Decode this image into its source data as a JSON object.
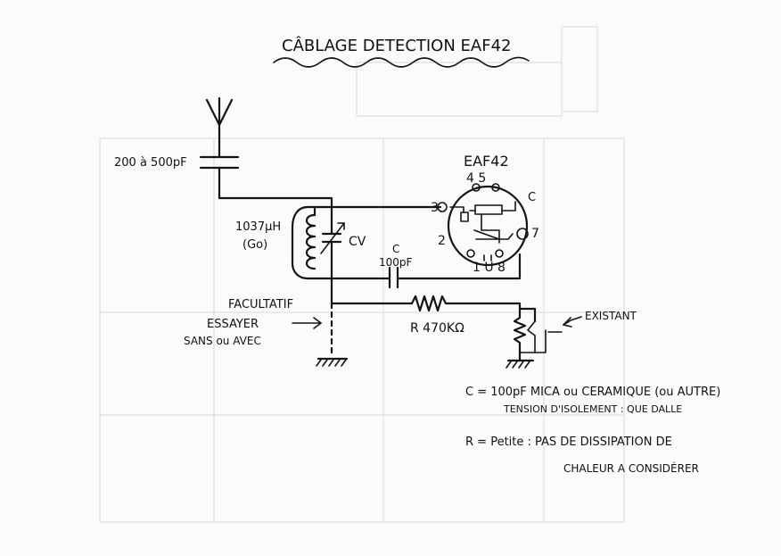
{
  "title": "CÂBLAGE DETECTION   EAF42",
  "tube": {
    "name": "EAF42",
    "pins_top": "4 5",
    "pin_c": "C",
    "pin_3": "3",
    "pin_2": "2",
    "pin_7": "7",
    "pins_bottom": "1 U 8"
  },
  "labels": {
    "antenna_cap": "200 à 500pF",
    "inductor": "1037µH",
    "inductor_band": "(Go)",
    "variable_cap": "CV",
    "cap_c_letter": "C",
    "cap_c_value": "100pF",
    "optional_1": "FACULTATIF",
    "optional_2": "ESSAYER",
    "optional_3": "SANS ou AVEC",
    "resistor": "R 470KΩ",
    "existing": "EXISTANT"
  },
  "notes": {
    "c_line1": "C = 100pF  MICA ou CERAMIQUE (ou AUTRE)",
    "c_line2": "TENSION D'ISOLEMENT : QUE DALLE",
    "r_line1": "R = Petite :  PAS DE DISSIPATION DE",
    "r_line2": "CHALEUR A CONSIDÉRER"
  }
}
